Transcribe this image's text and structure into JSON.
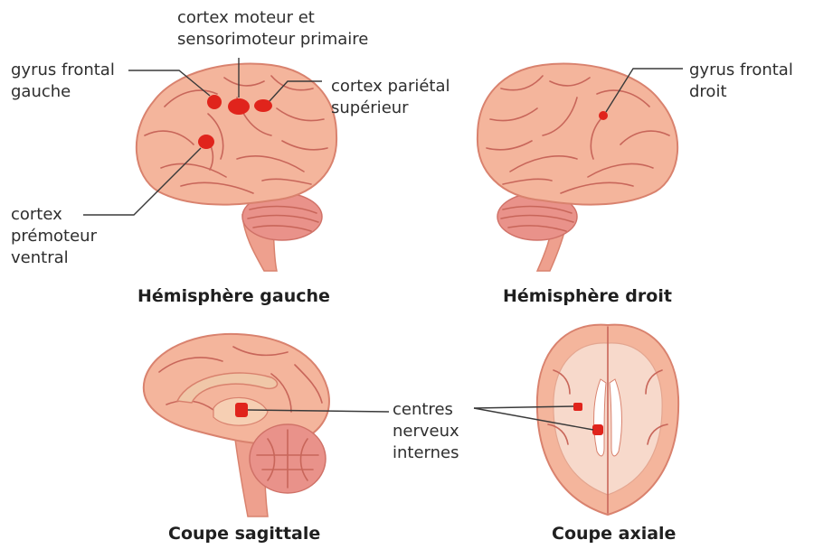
{
  "labels": {
    "motor_cortex": "cortex moteur et\nsensorimoteur primaire",
    "left_frontal_gyrus": "gyrus frontal\ngauche",
    "superior_parietal": "cortex pariétal\nsupérieur",
    "right_frontal_gyrus": "gyrus frontal\ndroit",
    "premotor_ventral": "cortex\nprémoteur\nventral",
    "internal_centres": "centres\nnerveux\ninternes"
  },
  "captions": {
    "left_hemisphere": "Hémisphère gauche",
    "right_hemisphere": "Hémisphère droit",
    "sagittal": "Coupe sagittale",
    "axial": "Coupe axiale"
  },
  "colors": {
    "brain_fill": "#f4b59c",
    "brain_outline": "#d9826e",
    "fold_line": "#c8665a",
    "cerebellum": "#e9928a",
    "brainstem": "#eea08e",
    "active_region": "#e0241c",
    "axial_white_matter": "#f7d9cb",
    "leader_line": "#3a3a3a"
  }
}
